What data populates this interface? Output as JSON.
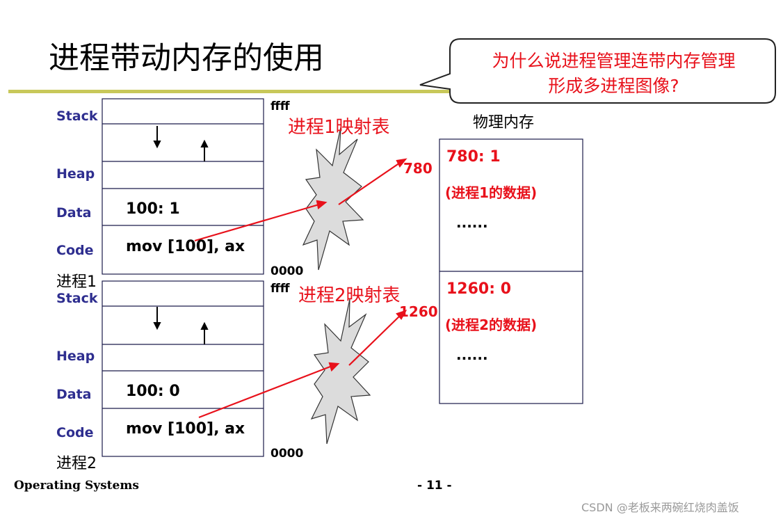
{
  "title": "进程带动内存的使用",
  "bubble": {
    "line1": "为什么说进程管理连带内存管理",
    "line2": "形成多进程图像?"
  },
  "process1": {
    "name": "进程1",
    "labels": {
      "stack": "Stack",
      "heap": "Heap",
      "data": "Data",
      "code": "Code"
    },
    "data_cell": "100:  1",
    "code_cell": "mov [100], ax",
    "addr_top": "ffff",
    "addr_bottom": "0000",
    "map_title": "进程1映射表",
    "mapped_addr": "780"
  },
  "process2": {
    "name": "进程2",
    "labels": {
      "stack": "Stack",
      "heap": "Heap",
      "data": "Data",
      "code": "Code"
    },
    "data_cell": "100:  0",
    "code_cell": "mov [100], ax",
    "addr_top": "ffff",
    "addr_bottom": "0000",
    "map_title": "进程2映射表",
    "mapped_addr": "1260"
  },
  "physical": {
    "label": "物理内存",
    "block1": {
      "value": "780:  1",
      "note": "(进程1的数据)",
      "dots": "......"
    },
    "block2": {
      "value": "1260:  0",
      "note": "(进程2的数据)",
      "dots": "......"
    }
  },
  "footer": {
    "left": "Operating Systems",
    "page": "- 11 -",
    "watermark": "CSDN @老板来两碗红烧肉盖饭"
  },
  "colors": {
    "accent_red": "#e8111b",
    "label_blue": "#2e2e8f",
    "rule": "#c8c85a",
    "burst_fill": "#dcdcdc"
  }
}
